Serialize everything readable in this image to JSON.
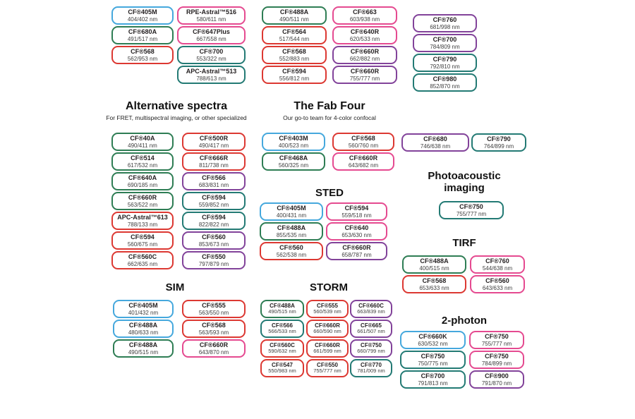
{
  "colors": {
    "blue": "#45a8dd",
    "green": "#2e7d54",
    "teal": "#237a74",
    "red": "#dc3832",
    "pink": "#e54a90",
    "purple": "#82439a"
  },
  "sections": {
    "alternative_spectra": {
      "title": "Alternative spectra",
      "subtitle": "For FRET, multispectral imaging, or other specialized"
    },
    "fab_four": {
      "title": "The Fab Four",
      "subtitle": "Our go-to team for 4-color confocal"
    },
    "sted": {
      "title": "STED"
    },
    "photoacoustic": {
      "title": "Photoacoustic imaging"
    },
    "tirf": {
      "title": "TIRF"
    },
    "sim": {
      "title": "SIM"
    },
    "storm": {
      "title": "STORM"
    },
    "two_photon": {
      "title": "2-photon"
    }
  },
  "chip_groups": {
    "top_col1": [
      {
        "name": "CF®405M",
        "value": "404/402 nm",
        "color": "blue"
      },
      {
        "name": "CF®680A",
        "value": "491/517 nm",
        "color": "green"
      },
      {
        "name": "CF®568",
        "value": "562/953 nm",
        "color": "red"
      }
    ],
    "top_col2": [
      {
        "name": "RPE-Astral™516",
        "value": "580/611 nm",
        "color": "pink"
      },
      {
        "name": "CF®647Plus",
        "value": "667/558 nm",
        "color": "pink"
      },
      {
        "name": "CF®700",
        "value": "553/322 nm",
        "color": "teal"
      },
      {
        "name": "APC-Astral™513",
        "value": "788/613 nm",
        "color": "teal"
      }
    ],
    "top_col3": [
      {
        "name": "CF®488A",
        "value": "490/511 nm",
        "color": "green"
      },
      {
        "name": "CF®564",
        "value": "517/544 nm",
        "color": "red"
      },
      {
        "name": "CF®568",
        "value": "552/883 nm",
        "color": "red"
      },
      {
        "name": "CF®594",
        "value": "556/812 nm",
        "color": "red"
      }
    ],
    "top_col4": [
      {
        "name": "CF®663",
        "value": "603/938 nm",
        "color": "pink"
      },
      {
        "name": "CF®640R",
        "value": "620/533 nm",
        "color": "pink"
      },
      {
        "name": "CF®660R",
        "value": "662/882 nm",
        "color": "purple"
      },
      {
        "name": "CF®660R",
        "value": "755/777 nm",
        "color": "purple"
      }
    ],
    "top_col5": [
      {
        "name": "CF®760",
        "value": "681/998 nm",
        "color": "purple"
      },
      {
        "name": "CF®700",
        "value": "784/809 nm",
        "color": "purple"
      },
      {
        "name": "CF®790",
        "value": "792/810 nm",
        "color": "teal"
      },
      {
        "name": "CF®980",
        "value": "852/870 nm",
        "color": "teal"
      }
    ],
    "alt_col1": [
      {
        "name": "CF®40A",
        "value": "490/411 nm",
        "color": "green"
      },
      {
        "name": "CF®514",
        "value": "617/532 nm",
        "color": "green"
      },
      {
        "name": "CF®640A",
        "value": "690/185 nm",
        "color": "green"
      },
      {
        "name": "CF®660R",
        "value": "563/522 nm",
        "color": "green"
      },
      {
        "name": "APC-Astral™613",
        "value": "788/133 nm",
        "color": "red"
      },
      {
        "name": "CF®594",
        "value": "560/675 nm",
        "color": "red"
      },
      {
        "name": "CF®560C",
        "value": "662/635 nm",
        "color": "red"
      }
    ],
    "alt_col2": [
      {
        "name": "CF®500R",
        "value": "490/417 nm",
        "color": "red"
      },
      {
        "name": "CF®666R",
        "value": "811/738 nm",
        "color": "red"
      },
      {
        "name": "CF®566",
        "value": "683/831 nm",
        "color": "purple"
      },
      {
        "name": "CF®594",
        "value": "559/852 nm",
        "color": "teal"
      },
      {
        "name": "CF®594",
        "value": "822/822 nm",
        "color": "teal"
      },
      {
        "name": "CF®560",
        "value": "853/673 nm",
        "color": "purple"
      },
      {
        "name": "CF®550",
        "value": "797/879 nm",
        "color": "purple"
      }
    ],
    "fab_col1": [
      {
        "name": "CF®403M",
        "value": "400/523 nm",
        "color": "blue"
      },
      {
        "name": "CF®468A",
        "value": "560/325 nm",
        "color": "green"
      }
    ],
    "fab_col2": [
      {
        "name": "CF®568",
        "value": "560/760 nm",
        "color": "red"
      },
      {
        "name": "CF®660R",
        "value": "643/682 nm",
        "color": "pink"
      }
    ],
    "sted_col1": [
      {
        "name": "CF®405M",
        "value": "400/431 nm",
        "color": "blue"
      },
      {
        "name": "CF®488A",
        "value": "855/535 nm",
        "color": "green"
      },
      {
        "name": "CF®560",
        "value": "562/538 nm",
        "color": "red"
      }
    ],
    "sted_col2": [
      {
        "name": "CF®594",
        "value": "559/518 nm",
        "color": "pink"
      },
      {
        "name": "CF®640",
        "value": "653/630 nm",
        "color": "pink"
      },
      {
        "name": "CF®660R",
        "value": "658/787 nm",
        "color": "purple"
      }
    ],
    "right_col1": [
      {
        "name": "CF®680",
        "value": "746/638 nm",
        "color": "purple"
      }
    ],
    "right_col2": [
      {
        "name": "CF®790",
        "value": "764/899 nm",
        "color": "teal"
      }
    ],
    "photoacoustic": [
      {
        "name": "CF®750",
        "value": "755/777 nm",
        "color": "teal"
      }
    ],
    "tirf_col1": [
      {
        "name": "CF®488A",
        "value": "400/515 nm",
        "color": "green"
      },
      {
        "name": "CF®568",
        "value": "653/633 nm",
        "color": "red"
      }
    ],
    "tirf_col2": [
      {
        "name": "CF®760",
        "value": "544/638 nm",
        "color": "pink"
      },
      {
        "name": "CF®560",
        "value": "643/633 nm",
        "color": "pink"
      }
    ],
    "sim_col1": [
      {
        "name": "CF®405M",
        "value": "401/432 nm",
        "color": "blue"
      },
      {
        "name": "CF®488A",
        "value": "480/633 nm",
        "color": "blue"
      },
      {
        "name": "CF®488A",
        "value": "490/515 nm",
        "color": "green"
      }
    ],
    "sim_col2": [
      {
        "name": "CF®555",
        "value": "563/550 nm",
        "color": "red"
      },
      {
        "name": "CF®568",
        "value": "563/593 nm",
        "color": "red"
      },
      {
        "name": "CF®660R",
        "value": "643/870 nm",
        "color": "pink"
      }
    ],
    "storm_col1": [
      {
        "name": "CF®488A",
        "value": "490/515 nm",
        "color": "green"
      },
      {
        "name": "CF®566",
        "value": "566/533 nm",
        "color": "teal"
      },
      {
        "name": "CF®560C",
        "value": "590/632 nm",
        "color": "red"
      },
      {
        "name": "CF®547",
        "value": "550/983 nm",
        "color": "red"
      }
    ],
    "storm_col2": [
      {
        "name": "CF®555",
        "value": "560/539 nm",
        "color": "red"
      },
      {
        "name": "CF®660R",
        "value": "660/590 nm",
        "color": "red"
      },
      {
        "name": "CF®660R",
        "value": "661/599 nm",
        "color": "red"
      },
      {
        "name": "CF®550",
        "value": "755/777 nm",
        "color": "red"
      }
    ],
    "storm_col3": [
      {
        "name": "CF®660C",
        "value": "663/839 nm",
        "color": "purple"
      },
      {
        "name": "CF®665",
        "value": "661/507 nm",
        "color": "purple"
      },
      {
        "name": "CF®750",
        "value": "660/799 nm",
        "color": "purple"
      },
      {
        "name": "CF®770",
        "value": "781/009 nm",
        "color": "teal"
      }
    ],
    "twophoton_col1": [
      {
        "name": "CF®660K",
        "value": "630/532 nm",
        "color": "blue"
      },
      {
        "name": "CF®750",
        "value": "750/775 nm",
        "color": "teal"
      },
      {
        "name": "CF®700",
        "value": "791/813 nm",
        "color": "teal"
      }
    ],
    "twophoton_col2": [
      {
        "name": "CF®750",
        "value": "755/777 nm",
        "color": "pink"
      },
      {
        "name": "CF®750",
        "value": "784/899 nm",
        "color": "pink"
      },
      {
        "name": "CF®900",
        "value": "791/870 nm",
        "color": "purple"
      }
    ]
  }
}
